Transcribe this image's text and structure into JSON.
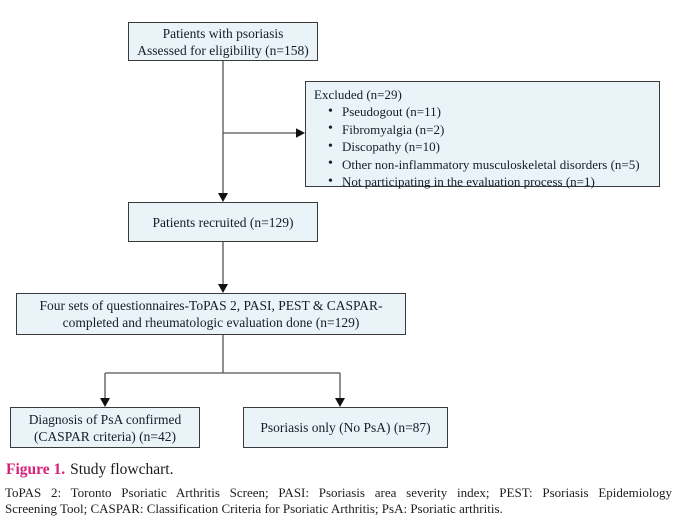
{
  "figure": {
    "caption_label": "Figure 1.",
    "caption_text": "Study flowchart."
  },
  "footnote": {
    "line1": "ToPAS 2: Toronto Psoriatic Arthritis Screen; PASI: Psoriasis area severity index; PEST: Psoriasis Epidemiology",
    "line2": "Screening Tool; CASPAR: Classification Criteria for Psoriatic Arthritis; PsA: Psoriatic arthritis."
  },
  "flowchart": {
    "eligibility": {
      "line1": "Patients with psoriasis",
      "line2": "Assessed for eligibility (n=158)"
    },
    "excluded": {
      "title": "Excluded (n=29)",
      "items": [
        "Pseudogout (n=11)",
        "Fibromyalgia (n=2)",
        "Discopathy (n=10)",
        "Other non-inflammatory musculoskeletal disorders (n=5)",
        "Not participating in the evaluation process (n=1)"
      ]
    },
    "recruited": {
      "text": "Patients recruited (n=129)"
    },
    "questionnaires": {
      "line1": "Four sets of questionnaires-ToPAS 2, PASI, PEST & CASPAR-",
      "line2": "completed and rheumatologic evaluation done (n=129)"
    },
    "psa_confirmed": {
      "line1": "Diagnosis of PsA confirmed",
      "line2": "(CASPAR criteria) (n=42)"
    },
    "psoriasis_only": {
      "text": "Psoriasis only (No PsA) (n=87)"
    }
  },
  "colors": {
    "box_fill": "#e9f3f8",
    "box_border": "#3a3a3a",
    "connector_line": "#555555",
    "arrowhead": "#111111",
    "caption_accent": "#d62178",
    "box_text": "#161c28"
  }
}
